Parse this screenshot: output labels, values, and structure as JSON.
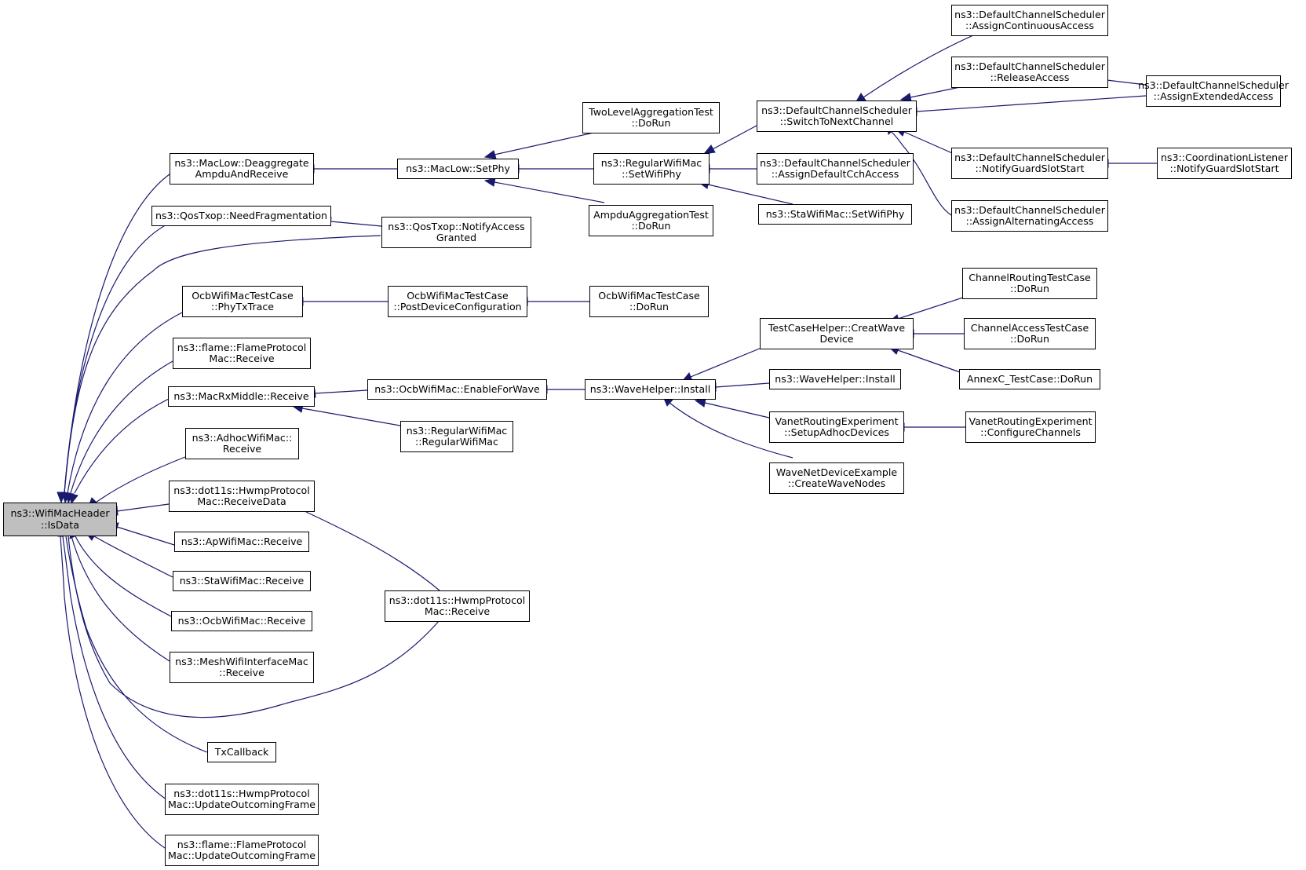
{
  "colors": {
    "edge": "#191970",
    "root_fill": "#bfbfbf",
    "node_fill": "#ffffff",
    "node_border": "#000000"
  },
  "nodes": {
    "root": {
      "l1": "ns3::WifiMacHeader",
      "l2": "::IsData"
    },
    "deaggregate": {
      "l1": "ns3::MacLow::Deaggregate",
      "l2": "AmpduAndReceive"
    },
    "needfrag": {
      "l1": "ns3::QosTxop::NeedFragmentation",
      "l2": ""
    },
    "phytxtrace": {
      "l1": "OcbWifiMacTestCase",
      "l2": "::PhyTxTrace"
    },
    "flamerecv": {
      "l1": "ns3::flame::FlameProtocol",
      "l2": "Mac::Receive"
    },
    "macrxmiddle": {
      "l1": "ns3::MacRxMiddle::Receive",
      "l2": ""
    },
    "adhoc": {
      "l1": "ns3::AdhocWifiMac::",
      "l2": "Receive"
    },
    "hwmpreceivedata": {
      "l1": "ns3::dot11s::HwmpProtocol",
      "l2": "Mac::ReceiveData"
    },
    "ap": {
      "l1": "ns3::ApWifiMac::Receive",
      "l2": ""
    },
    "sta": {
      "l1": "ns3::StaWifiMac::Receive",
      "l2": ""
    },
    "ocb": {
      "l1": "ns3::OcbWifiMac::Receive",
      "l2": ""
    },
    "mesh": {
      "l1": "ns3::MeshWifiInterfaceMac",
      "l2": "::Receive"
    },
    "txcallback": {
      "l1": "TxCallback",
      "l2": ""
    },
    "hwmpupdate": {
      "l1": "ns3::dot11s::HwmpProtocol",
      "l2": "Mac::UpdateOutcomingFrame"
    },
    "flameupdate": {
      "l1": "ns3::flame::FlameProtocol",
      "l2": "Mac::UpdateOutcomingFrame"
    },
    "setphy": {
      "l1": "ns3::MacLow::SetPhy",
      "l2": ""
    },
    "notifyaccess": {
      "l1": "ns3::QosTxop::NotifyAccess",
      "l2": "Granted"
    },
    "postdevice": {
      "l1": "OcbWifiMacTestCase",
      "l2": "::PostDeviceConfiguration"
    },
    "enableforwave": {
      "l1": "ns3::OcbWifiMac::EnableForWave",
      "l2": ""
    },
    "regularctor": {
      "l1": "ns3::RegularWifiMac",
      "l2": "::RegularWifiMac"
    },
    "hwmprecv": {
      "l1": "ns3::dot11s::HwmpProtocol",
      "l2": "Mac::Receive"
    },
    "twolevel": {
      "l1": "TwoLevelAggregationTest",
      "l2": "::DoRun"
    },
    "regularsetphy": {
      "l1": "ns3::RegularWifiMac",
      "l2": "::SetWifiPhy"
    },
    "ampdutest": {
      "l1": "AmpduAggregationTest",
      "l2": "::DoRun"
    },
    "ocbdorun": {
      "l1": "OcbWifiMacTestCase",
      "l2": "::DoRun"
    },
    "waveinstall": {
      "l1": "ns3::WaveHelper::Install",
      "l2": ""
    },
    "switchnext": {
      "l1": "ns3::DefaultChannelScheduler",
      "l2": "::SwitchToNextChannel"
    },
    "assigndefault": {
      "l1": "ns3::DefaultChannelScheduler",
      "l2": "::AssignDefaultCchAccess"
    },
    "stasetphy": {
      "l1": "ns3::StaWifiMac::SetWifiPhy",
      "l2": ""
    },
    "creatwave": {
      "l1": "TestCaseHelper::CreatWave",
      "l2": "Device"
    },
    "wavehelperinstall": {
      "l1": "ns3::WaveHelper::Install",
      "l2": ""
    },
    "setupadhoc": {
      "l1": "VanetRoutingExperiment",
      "l2": "::SetupAdhocDevices"
    },
    "createwavenodes": {
      "l1": "WaveNetDeviceExample",
      "l2": "::CreateWaveNodes"
    },
    "assigncontinuous": {
      "l1": "ns3::DefaultChannelScheduler",
      "l2": "::AssignContinuousAccess"
    },
    "releaseaccess": {
      "l1": "ns3::DefaultChannelScheduler",
      "l2": "::ReleaseAccess"
    },
    "notifyguard": {
      "l1": "ns3::DefaultChannelScheduler",
      "l2": "::NotifyGuardSlotStart"
    },
    "assignalternating": {
      "l1": "ns3::DefaultChannelScheduler",
      "l2": "::AssignAlternatingAccess"
    },
    "channelrouting": {
      "l1": "ChannelRoutingTestCase",
      "l2": "::DoRun"
    },
    "channelaccess": {
      "l1": "ChannelAccessTestCase",
      "l2": "::DoRun"
    },
    "annexc": {
      "l1": "AnnexC_TestCase::DoRun",
      "l2": ""
    },
    "configurechannels": {
      "l1": "VanetRoutingExperiment",
      "l2": "::ConfigureChannels"
    },
    "assignextended": {
      "l1": "ns3::DefaultChannelScheduler",
      "l2": "::AssignExtendedAccess"
    },
    "coordination": {
      "l1": "ns3::CoordinationListener",
      "l2": "::NotifyGuardSlotStart"
    }
  }
}
